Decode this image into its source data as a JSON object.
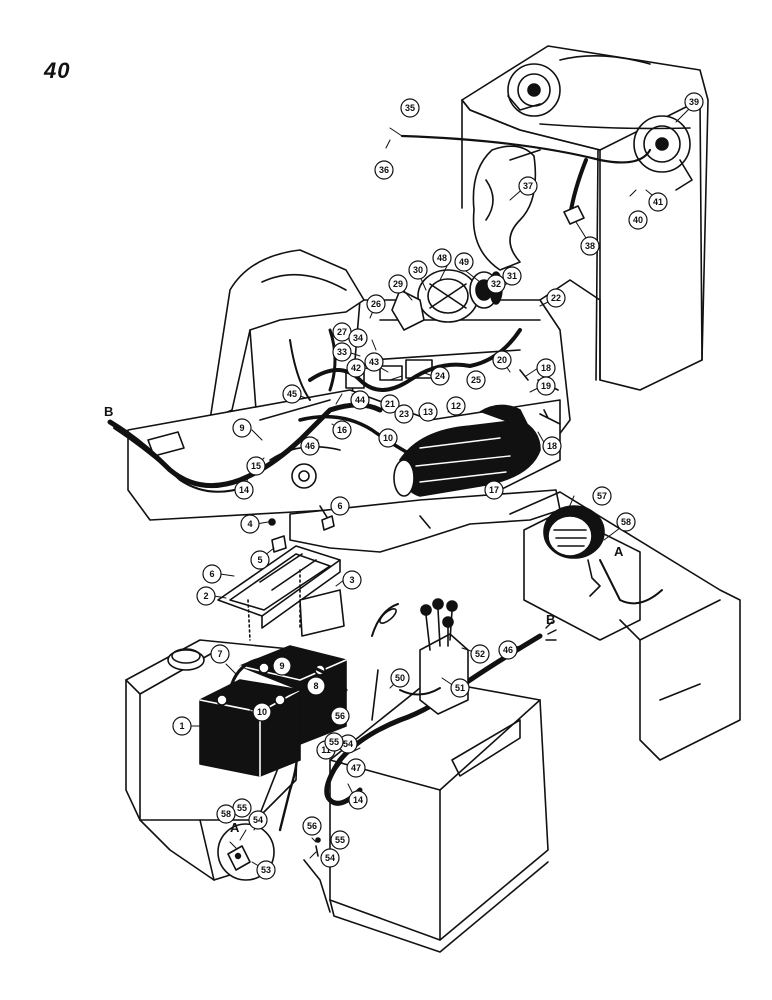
{
  "page": {
    "number": "40"
  },
  "callouts": [
    {
      "id": "c1",
      "label": "1"
    },
    {
      "id": "c2",
      "label": "2"
    },
    {
      "id": "c3",
      "label": "3"
    },
    {
      "id": "c4",
      "label": "4"
    },
    {
      "id": "c5",
      "label": "5"
    },
    {
      "id": "c6a",
      "label": "6"
    },
    {
      "id": "c6b",
      "label": "6"
    },
    {
      "id": "c7",
      "label": "7"
    },
    {
      "id": "c8",
      "label": "8"
    },
    {
      "id": "c9a",
      "label": "9"
    },
    {
      "id": "c9b",
      "label": "9"
    },
    {
      "id": "c10a",
      "label": "10"
    },
    {
      "id": "c10b",
      "label": "10"
    },
    {
      "id": "c11",
      "label": "11"
    },
    {
      "id": "c12",
      "label": "12"
    },
    {
      "id": "c13",
      "label": "13"
    },
    {
      "id": "c14a",
      "label": "14"
    },
    {
      "id": "c14b",
      "label": "14"
    },
    {
      "id": "c15",
      "label": "15"
    },
    {
      "id": "c16",
      "label": "16"
    },
    {
      "id": "c17",
      "label": "17"
    },
    {
      "id": "c18a",
      "label": "18"
    },
    {
      "id": "c18b",
      "label": "18"
    },
    {
      "id": "c19",
      "label": "19"
    },
    {
      "id": "c20",
      "label": "20"
    },
    {
      "id": "c21",
      "label": "21"
    },
    {
      "id": "c22",
      "label": "22"
    },
    {
      "id": "c23",
      "label": "23"
    },
    {
      "id": "c24",
      "label": "24"
    },
    {
      "id": "c25",
      "label": "25"
    },
    {
      "id": "c26",
      "label": "26"
    },
    {
      "id": "c27",
      "label": "27"
    },
    {
      "id": "c29",
      "label": "29"
    },
    {
      "id": "c30",
      "label": "30"
    },
    {
      "id": "c31",
      "label": "31"
    },
    {
      "id": "c32",
      "label": "32"
    },
    {
      "id": "c33",
      "label": "33"
    },
    {
      "id": "c34",
      "label": "34"
    },
    {
      "id": "c35",
      "label": "35"
    },
    {
      "id": "c36",
      "label": "36"
    },
    {
      "id": "c37",
      "label": "37"
    },
    {
      "id": "c38",
      "label": "38"
    },
    {
      "id": "c39",
      "label": "39"
    },
    {
      "id": "c40",
      "label": "40"
    },
    {
      "id": "c41",
      "label": "41"
    },
    {
      "id": "c42",
      "label": "42"
    },
    {
      "id": "c43",
      "label": "43"
    },
    {
      "id": "c44",
      "label": "44"
    },
    {
      "id": "c45",
      "label": "45"
    },
    {
      "id": "c46a",
      "label": "46"
    },
    {
      "id": "c46b",
      "label": "46"
    },
    {
      "id": "c47",
      "label": "47"
    },
    {
      "id": "c48",
      "label": "48"
    },
    {
      "id": "c49",
      "label": "49"
    },
    {
      "id": "c50",
      "label": "50"
    },
    {
      "id": "c51",
      "label": "51"
    },
    {
      "id": "c52",
      "label": "52"
    },
    {
      "id": "c53",
      "label": "53"
    },
    {
      "id": "c54a",
      "label": "54"
    },
    {
      "id": "c54b",
      "label": "54"
    },
    {
      "id": "c54c",
      "label": "54"
    },
    {
      "id": "c55a",
      "label": "55"
    },
    {
      "id": "c55b",
      "label": "55"
    },
    {
      "id": "c55c",
      "label": "55"
    },
    {
      "id": "c56a",
      "label": "56"
    },
    {
      "id": "c56b",
      "label": "56"
    },
    {
      "id": "c57",
      "label": "57"
    },
    {
      "id": "c58a",
      "label": "58"
    },
    {
      "id": "c58b",
      "label": "58"
    }
  ],
  "wire_letters": [
    {
      "id": "wB1",
      "label": "B"
    },
    {
      "id": "wB2",
      "label": "B"
    },
    {
      "id": "wA1",
      "label": "A"
    },
    {
      "id": "wA2",
      "label": "A"
    }
  ]
}
